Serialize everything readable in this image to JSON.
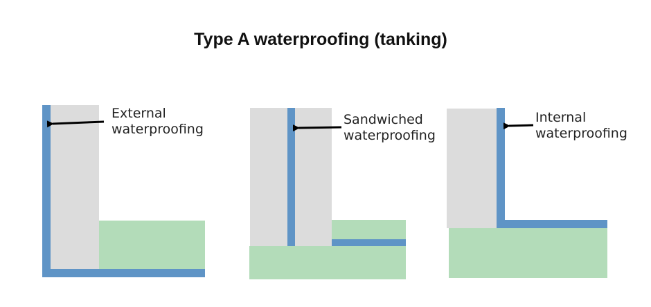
{
  "title": "Type A waterproofing (tanking)",
  "colors": {
    "concrete": "#dcdcdc",
    "membrane": "#5f94c6",
    "soil": "#b3dcb9",
    "arrow": "#000000"
  },
  "panels": [
    {
      "id": "external",
      "label_line1": "External",
      "label_line2": "waterproofing"
    },
    {
      "id": "sandwiched",
      "label_line1": "Sandwiched",
      "label_line2": "waterproofing"
    },
    {
      "id": "internal",
      "label_line1": "Internal",
      "label_line2": "waterproofing"
    }
  ]
}
